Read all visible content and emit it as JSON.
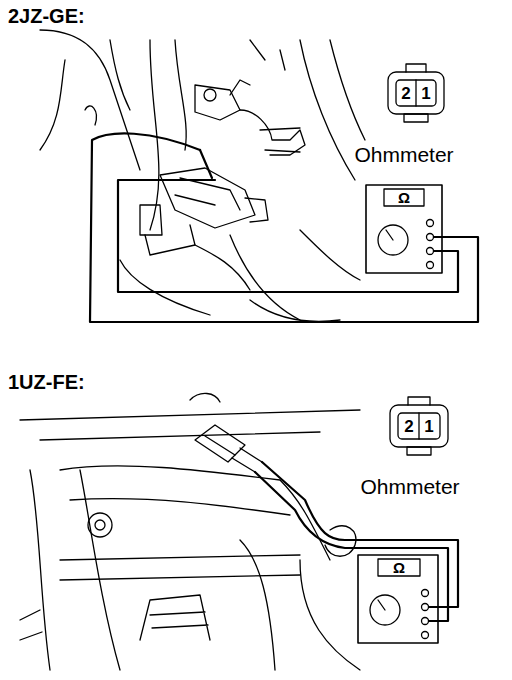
{
  "diagram": {
    "labels": [
      "2JZ-GE:",
      "2",
      "1",
      "Ohmmeter",
      "Ω",
      "1UZ-FE:",
      "2",
      "1",
      "Ohmmeter",
      "Ω"
    ]
  }
}
